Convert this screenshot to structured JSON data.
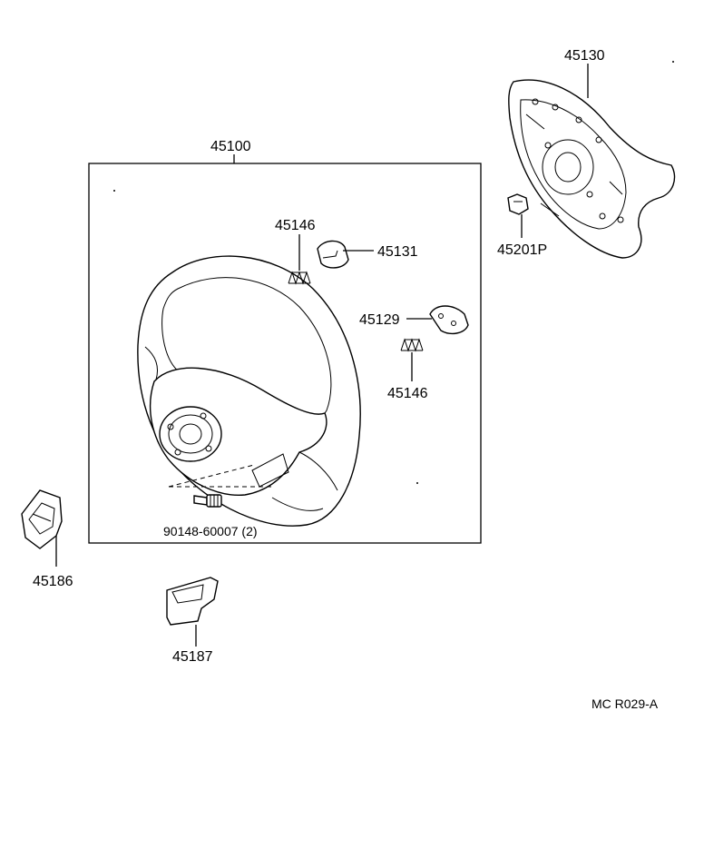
{
  "labels": {
    "p45100": "45100",
    "p45130": "45130",
    "p45146_top": "45146",
    "p45131": "45131",
    "p45201p": "45201P",
    "p45129": "45129",
    "p45146_bottom": "45146",
    "p90148": "90148-60007 (2)",
    "p45186": "45186",
    "p45187": "45187",
    "code": "MC R029-A"
  }
}
